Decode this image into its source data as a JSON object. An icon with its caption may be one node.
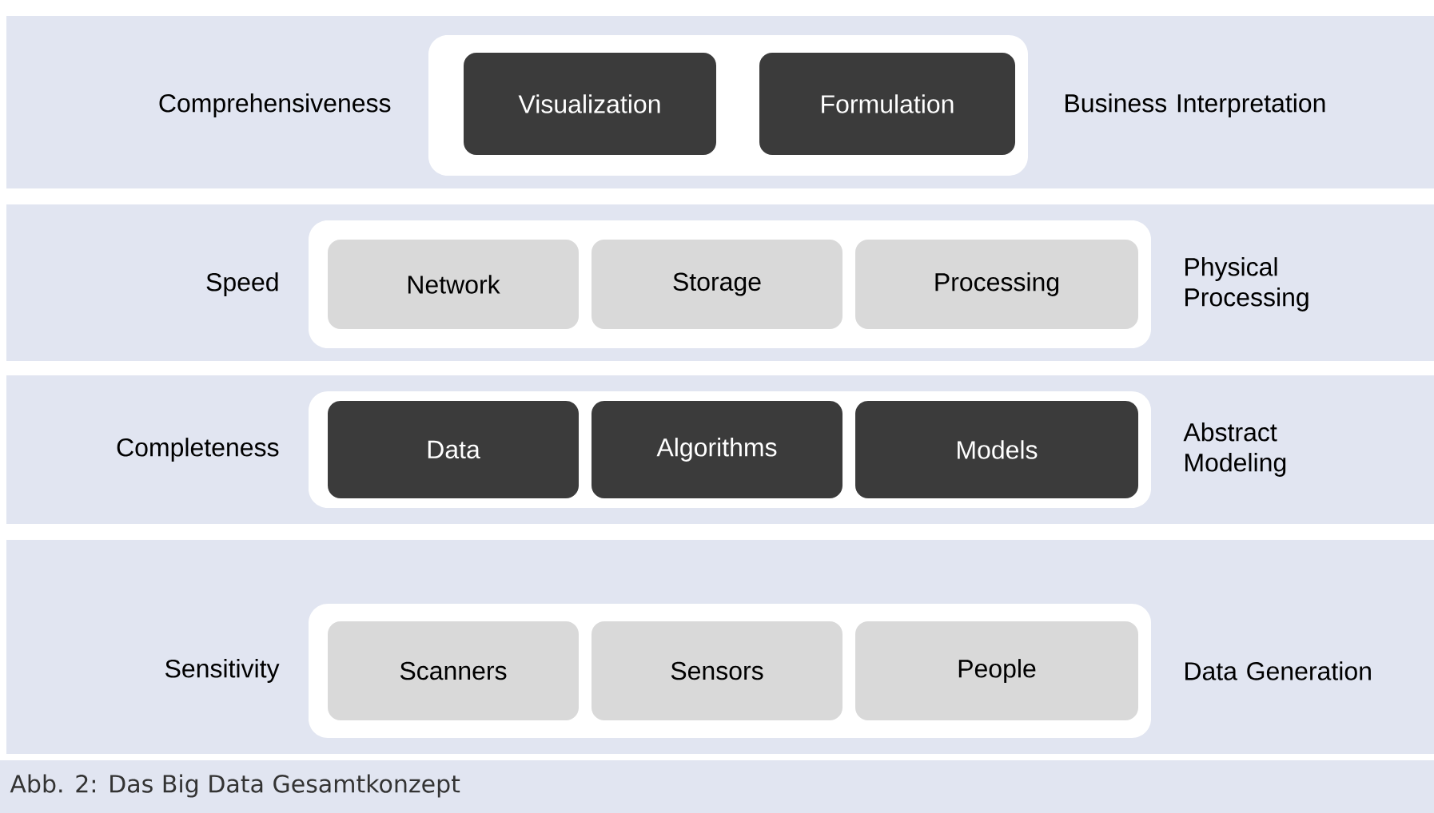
{
  "diagram": {
    "caption": "Abb. 2: Das Big Data Gesamtkonzept",
    "nodes": [
      {
        "text": [
          "Comprehensiveness",
          "Business Interpretation"
        ]
      },
      {
        "text": [],
        "shape": "box",
        "in": 0
      },
      {
        "text": [
          "Visualization"
        ],
        "in": 1
      },
      {
        "text": [
          "Formulation"
        ],
        "in": 1
      },
      {
        "text": [
          "Speed",
          "Physical Processing"
        ]
      },
      {
        "text": [],
        "shape": "box",
        "in": 4
      },
      {
        "text": [
          "Network"
        ],
        "in": 5
      },
      {
        "text": [
          "Storage"
        ],
        "in": 5
      },
      {
        "text": [
          "Processing"
        ],
        "in": 5
      },
      {
        "text": [
          "Completeness",
          "Abstract Modeling"
        ]
      },
      {
        "text": [],
        "shape": "box",
        "in": 9
      },
      {
        "text": [
          "Data"
        ],
        "in": 10
      },
      {
        "text": [
          "Algorithms"
        ],
        "in": 10
      },
      {
        "text": [
          "Models"
        ],
        "in": 10
      },
      {
        "text": [
          "Sensitivity",
          "Data Generation"
        ]
      },
      {
        "text": [],
        "shape": "box",
        "in": 14
      },
      {
        "text": [
          "Scanners"
        ],
        "in": 15
      },
      {
        "text": [
          "Sensors"
        ],
        "in": 15
      },
      {
        "text": [
          "People"
        ],
        "in": 15
      }
    ],
    "edges": []
  }
}
